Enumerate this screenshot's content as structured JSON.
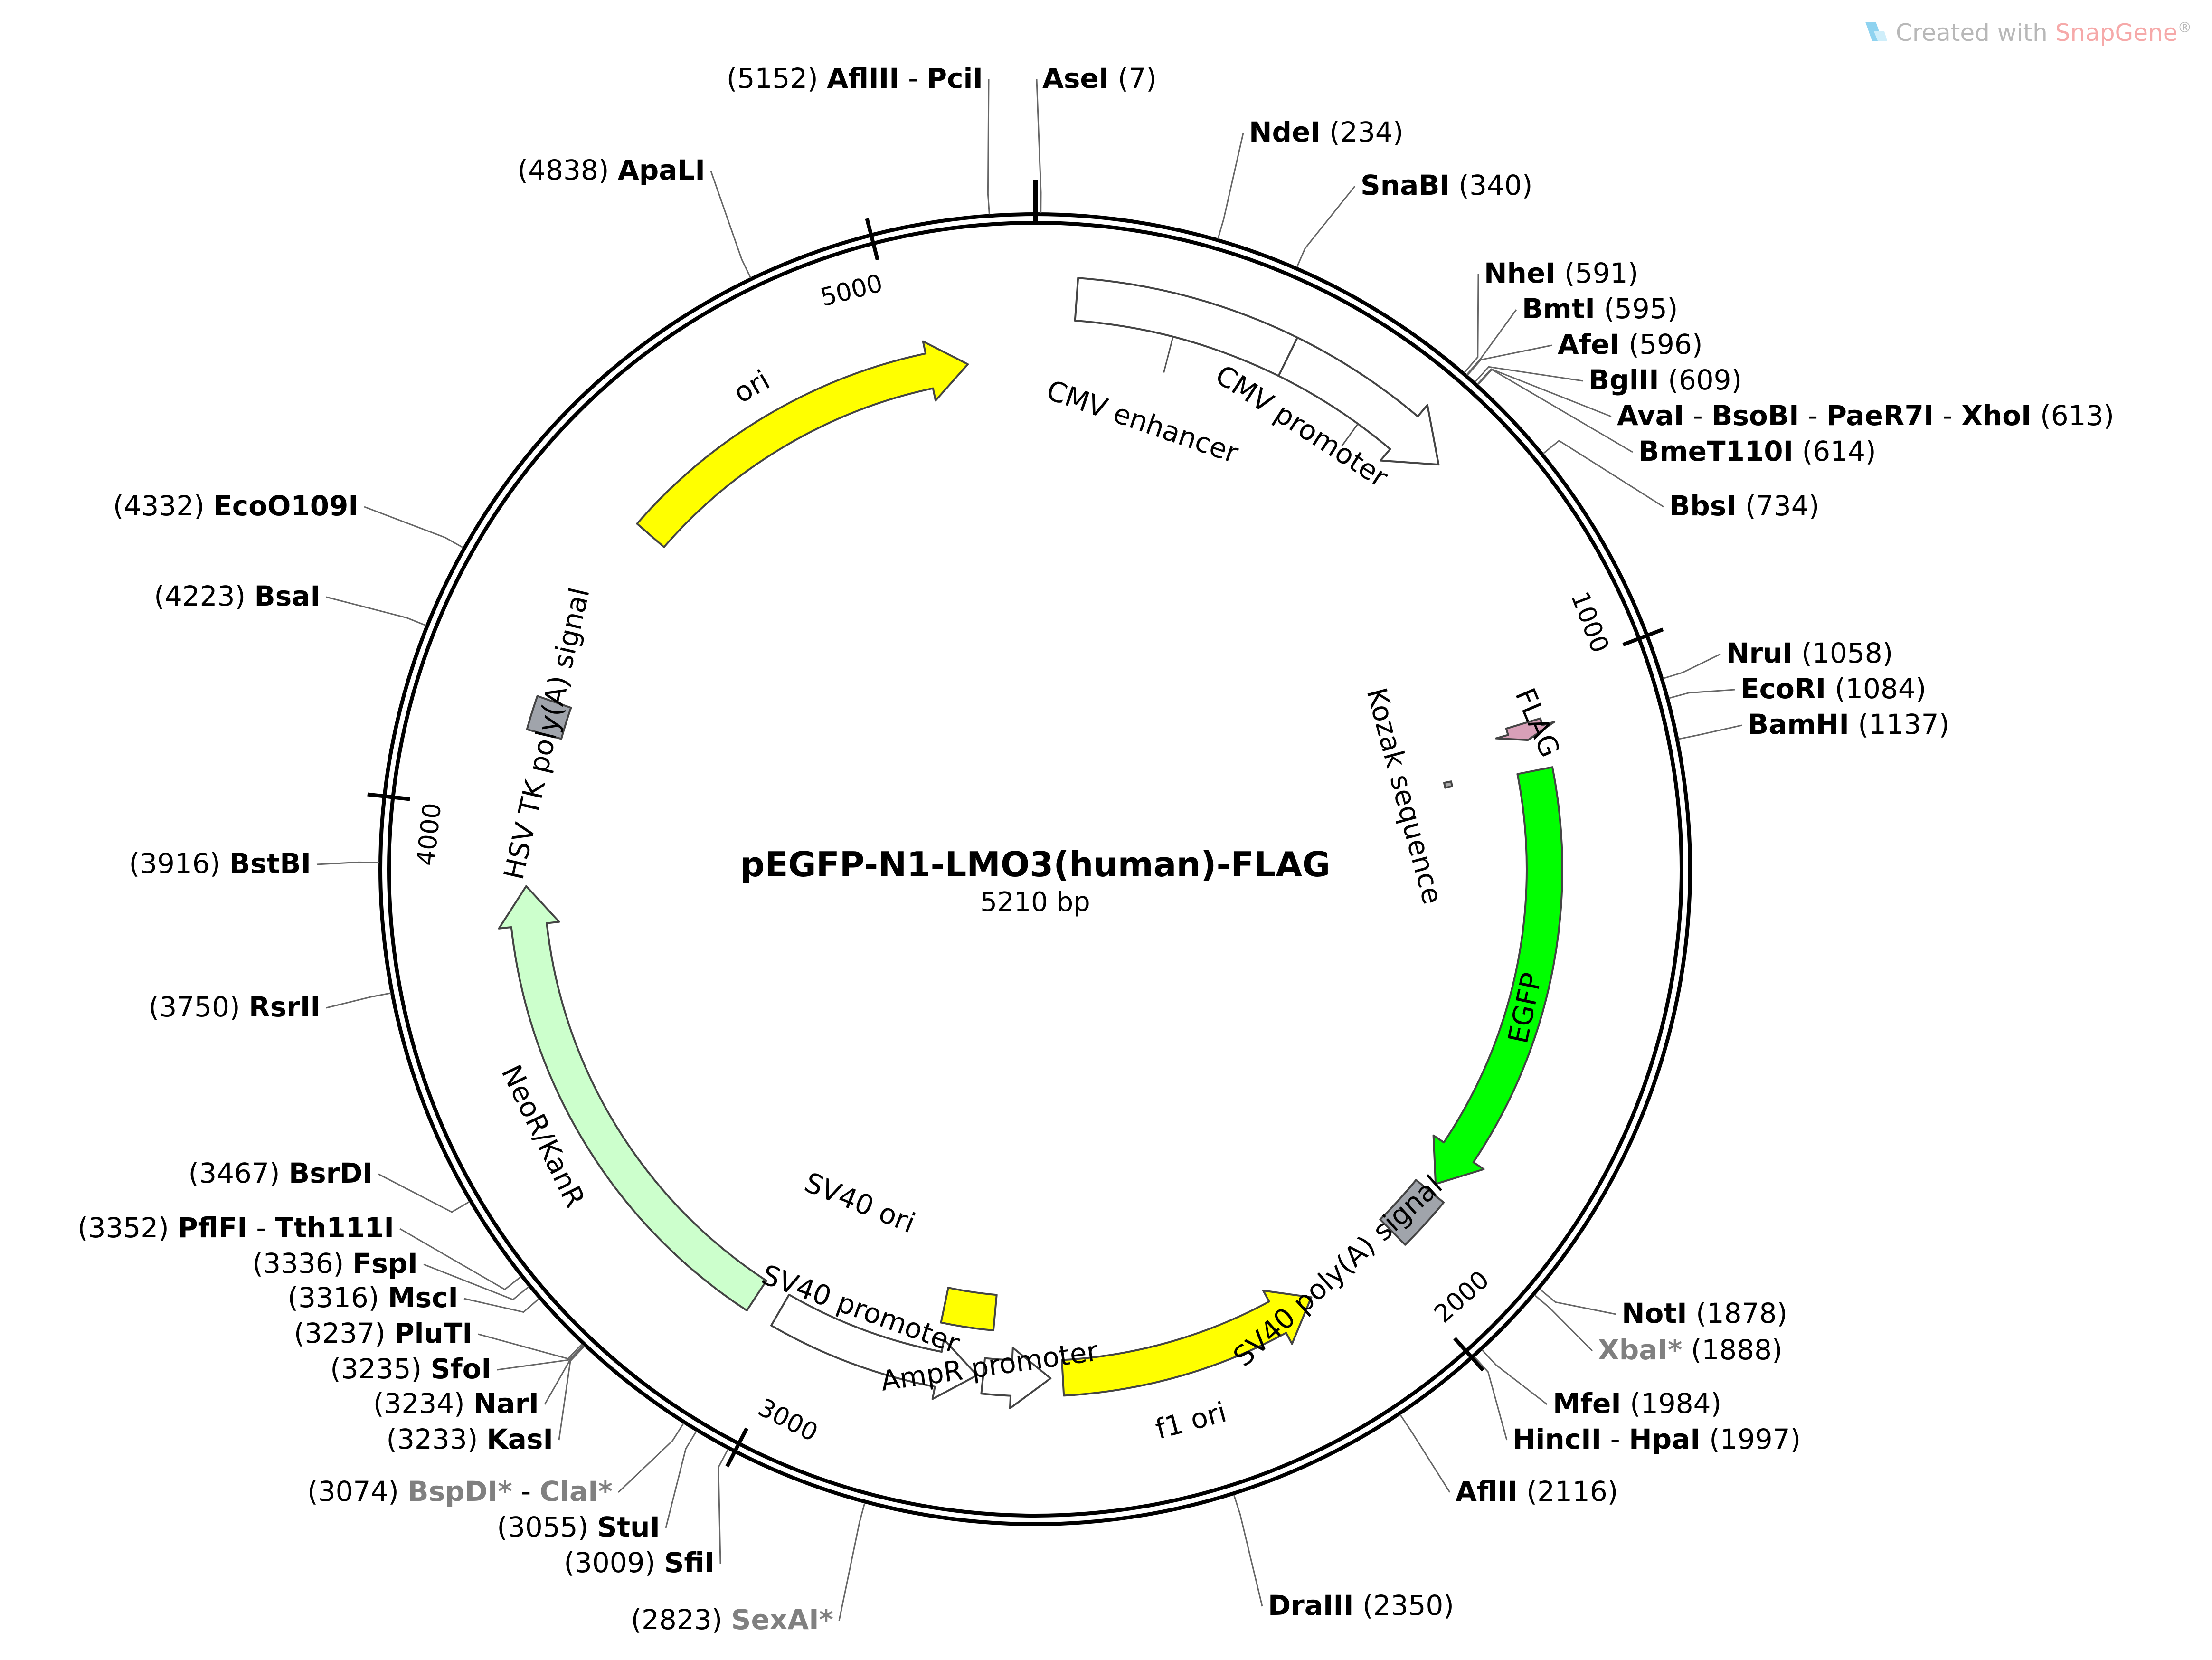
{
  "watermark": {
    "prefix": "Created with ",
    "brand": "SnapGene",
    "reg": "®",
    "colors": {
      "text": "#b8b8b8",
      "brand": "#f6a9a9",
      "logo": "#8fd3f0"
    }
  },
  "plasmid": {
    "name": "pEGFP-N1-LMO3(human)-FLAG",
    "length_label": "5210 bp",
    "length": 5210
  },
  "ticks": [
    {
      "pos": 1000,
      "label": "1000"
    },
    {
      "pos": 2000,
      "label": "2000"
    },
    {
      "pos": 3000,
      "label": "3000"
    },
    {
      "pos": 4000,
      "label": "4000"
    },
    {
      "pos": 5000,
      "label": "5000"
    }
  ],
  "features": [
    {
      "name": "cmv-arrow",
      "type": "arrow",
      "start": 60,
      "end": 650,
      "dir": 1,
      "fill": "#ffffff",
      "stroke": "#444444",
      "ring": "outer"
    },
    {
      "name": "ori-arrow",
      "type": "arrow",
      "start": 4500,
      "end": 5100,
      "dir": 1,
      "fill": "#ffff00",
      "stroke": "#444444",
      "ring": "inner"
    },
    {
      "name": "flag-arrow",
      "type": "arrow",
      "start": 1062,
      "end": 1090,
      "dir": 1,
      "fill": "#d8a0b8",
      "stroke": "#444444",
      "ring": "inner"
    },
    {
      "name": "kozak-box",
      "type": "box",
      "start": 1130,
      "end": 1140,
      "fill": "#aaaaaa",
      "stroke": "#444444",
      "ring": "kozak"
    },
    {
      "name": "egfp-arrow",
      "type": "arrow",
      "start": 1141,
      "end": 1855,
      "dir": 1,
      "fill": "#00ff00",
      "stroke": "#444444",
      "ring": "inner"
    },
    {
      "name": "sv40-polya-box",
      "type": "box",
      "start": 1870,
      "end": 1960,
      "fill": "#a0a4ab",
      "stroke": "#444444",
      "ring": "inner"
    },
    {
      "name": "f1-ori-arrow",
      "type": "arrow",
      "start": 2130,
      "end": 2560,
      "dir": -1,
      "fill": "#ffff00",
      "stroke": "#444444",
      "ring": "inner"
    },
    {
      "name": "ampr-promoter-arrow",
      "type": "arrow",
      "start": 2580,
      "end": 2690,
      "dir": -1,
      "fill": "#ffffff",
      "stroke": "#444444",
      "ring": "inner"
    },
    {
      "name": "sv40-promoter-arrow",
      "type": "arrow",
      "start": 2700,
      "end": 3040,
      "dir": -1,
      "fill": "#ffffff",
      "stroke": "#444444",
      "ring": "inner"
    },
    {
      "name": "neor-kanr-arrow",
      "type": "arrow",
      "start": 3085,
      "end": 3880,
      "dir": 1,
      "fill": "#ccffcc",
      "stroke": "#444444",
      "ring": "inner"
    },
    {
      "name": "sv40-ori-box",
      "type": "box",
      "start": 2680,
      "end": 2775,
      "fill": "#ffff00",
      "stroke": "#444444",
      "ring": "mid"
    },
    {
      "name": "hsv-tk-polya-box",
      "type": "box",
      "start": 4130,
      "end": 4185,
      "fill": "#a0a4ab",
      "stroke": "#444444",
      "ring": "inner"
    }
  ],
  "feature_labels": [
    {
      "name": "label-cmv-enhancer",
      "text": "CMV enhancer"
    },
    {
      "name": "label-cmv-promoter",
      "text": "CMV promoter"
    },
    {
      "name": "label-ori",
      "text": "ori"
    },
    {
      "name": "label-flag",
      "text": "FLAG"
    },
    {
      "name": "label-kozak",
      "text": "Kozak sequence"
    },
    {
      "name": "label-egfp",
      "text": "EGFP"
    },
    {
      "name": "label-sv40-polya",
      "text": "SV40 poly(A) signal"
    },
    {
      "name": "label-f1-ori",
      "text": "f1 ori"
    },
    {
      "name": "label-ampr-promoter",
      "text": "AmpR promoter"
    },
    {
      "name": "label-sv40-promoter",
      "text": "SV40 promoter"
    },
    {
      "name": "label-sv40-ori",
      "text": "SV40 ori"
    },
    {
      "name": "label-neor",
      "text": "NeoR/KanR"
    },
    {
      "name": "label-hsv-tk",
      "text": "HSV TK poly(A) signal"
    }
  ],
  "sites": [
    {
      "side": "L",
      "names": [
        "AflIII",
        "PciI"
      ],
      "pos": "5152",
      "loc": 5152,
      "gray": false
    },
    {
      "side": "R",
      "names": [
        "AseI"
      ],
      "pos": "7",
      "loc": 7,
      "gray": false
    },
    {
      "side": "R",
      "names": [
        "NdeI"
      ],
      "pos": "234",
      "loc": 234,
      "gray": false
    },
    {
      "side": "R",
      "names": [
        "SnaBI"
      ],
      "pos": "340",
      "loc": 340,
      "gray": false
    },
    {
      "side": "R",
      "names": [
        "NheI"
      ],
      "pos": "591",
      "loc": 591,
      "gray": false
    },
    {
      "side": "R",
      "names": [
        "BmtI"
      ],
      "pos": "595",
      "loc": 595,
      "gray": false
    },
    {
      "side": "R",
      "names": [
        "AfeI"
      ],
      "pos": "596",
      "loc": 596,
      "gray": false
    },
    {
      "side": "R",
      "names": [
        "BglII"
      ],
      "pos": "609",
      "loc": 609,
      "gray": false
    },
    {
      "side": "R",
      "names": [
        "AvaI",
        "BsoBI",
        "PaeR7I",
        "XhoI"
      ],
      "pos": "613",
      "loc": 613,
      "gray": false
    },
    {
      "side": "R",
      "names": [
        "BmeT110I"
      ],
      "pos": "614",
      "loc": 614,
      "gray": false
    },
    {
      "side": "R",
      "names": [
        "BbsI"
      ],
      "pos": "734",
      "loc": 734,
      "gray": false
    },
    {
      "side": "R",
      "names": [
        "NruI"
      ],
      "pos": "1058",
      "loc": 1058,
      "gray": false
    },
    {
      "side": "R",
      "names": [
        "EcoRI"
      ],
      "pos": "1084",
      "loc": 1084,
      "gray": false
    },
    {
      "side": "R",
      "names": [
        "BamHI"
      ],
      "pos": "1137",
      "loc": 1137,
      "gray": false
    },
    {
      "side": "R",
      "names": [
        "NotI"
      ],
      "pos": "1878",
      "loc": 1878,
      "gray": false
    },
    {
      "side": "R",
      "names": [
        "XbaI*"
      ],
      "pos": "1888",
      "loc": 1888,
      "gray": true
    },
    {
      "side": "R",
      "names": [
        "MfeI"
      ],
      "pos": "1984",
      "loc": 1984,
      "gray": false
    },
    {
      "side": "R",
      "names": [
        "HincII",
        "HpaI"
      ],
      "pos": "1997",
      "loc": 1997,
      "gray": false
    },
    {
      "side": "R",
      "names": [
        "AflII"
      ],
      "pos": "2116",
      "loc": 2116,
      "gray": false
    },
    {
      "side": "R",
      "names": [
        "DraIII"
      ],
      "pos": "2350",
      "loc": 2350,
      "gray": false
    },
    {
      "side": "L",
      "names": [
        "SexAI*"
      ],
      "pos": "2823",
      "loc": 2823,
      "gray": true
    },
    {
      "side": "L",
      "names": [
        "SfiI"
      ],
      "pos": "3009",
      "loc": 3009,
      "gray": false
    },
    {
      "side": "L",
      "names": [
        "StuI"
      ],
      "pos": "3055",
      "loc": 3055,
      "gray": false
    },
    {
      "side": "L",
      "names": [
        "BspDI*",
        "ClaI*"
      ],
      "pos": "3074",
      "loc": 3074,
      "gray": true
    },
    {
      "side": "L",
      "names": [
        "KasI"
      ],
      "pos": "3233",
      "loc": 3233,
      "gray": false
    },
    {
      "side": "L",
      "names": [
        "NarI"
      ],
      "pos": "3234",
      "loc": 3234,
      "gray": false
    },
    {
      "side": "L",
      "names": [
        "SfoI"
      ],
      "pos": "3235",
      "loc": 3235,
      "gray": false
    },
    {
      "side": "L",
      "names": [
        "PluTI"
      ],
      "pos": "3237",
      "loc": 3237,
      "gray": false
    },
    {
      "side": "L",
      "names": [
        "MscI"
      ],
      "pos": "3316",
      "loc": 3316,
      "gray": false
    },
    {
      "side": "L",
      "names": [
        "FspI"
      ],
      "pos": "3336",
      "loc": 3336,
      "gray": false
    },
    {
      "side": "L",
      "names": [
        "PflFI",
        "Tth111I"
      ],
      "pos": "3352",
      "loc": 3352,
      "gray": false
    },
    {
      "side": "L",
      "names": [
        "BsrDI"
      ],
      "pos": "3467",
      "loc": 3467,
      "gray": false
    },
    {
      "side": "L",
      "names": [
        "RsrII"
      ],
      "pos": "3750",
      "loc": 3750,
      "gray": false
    },
    {
      "side": "L",
      "names": [
        "BstBI"
      ],
      "pos": "3916",
      "loc": 3916,
      "gray": false
    },
    {
      "side": "L",
      "names": [
        "BsaI"
      ],
      "pos": "4223",
      "loc": 4223,
      "gray": false
    },
    {
      "side": "L",
      "names": [
        "EcoO109I"
      ],
      "pos": "4332",
      "loc": 4332,
      "gray": false
    },
    {
      "side": "L",
      "names": [
        "ApaLI"
      ],
      "pos": "4838",
      "loc": 4838,
      "gray": false
    }
  ]
}
